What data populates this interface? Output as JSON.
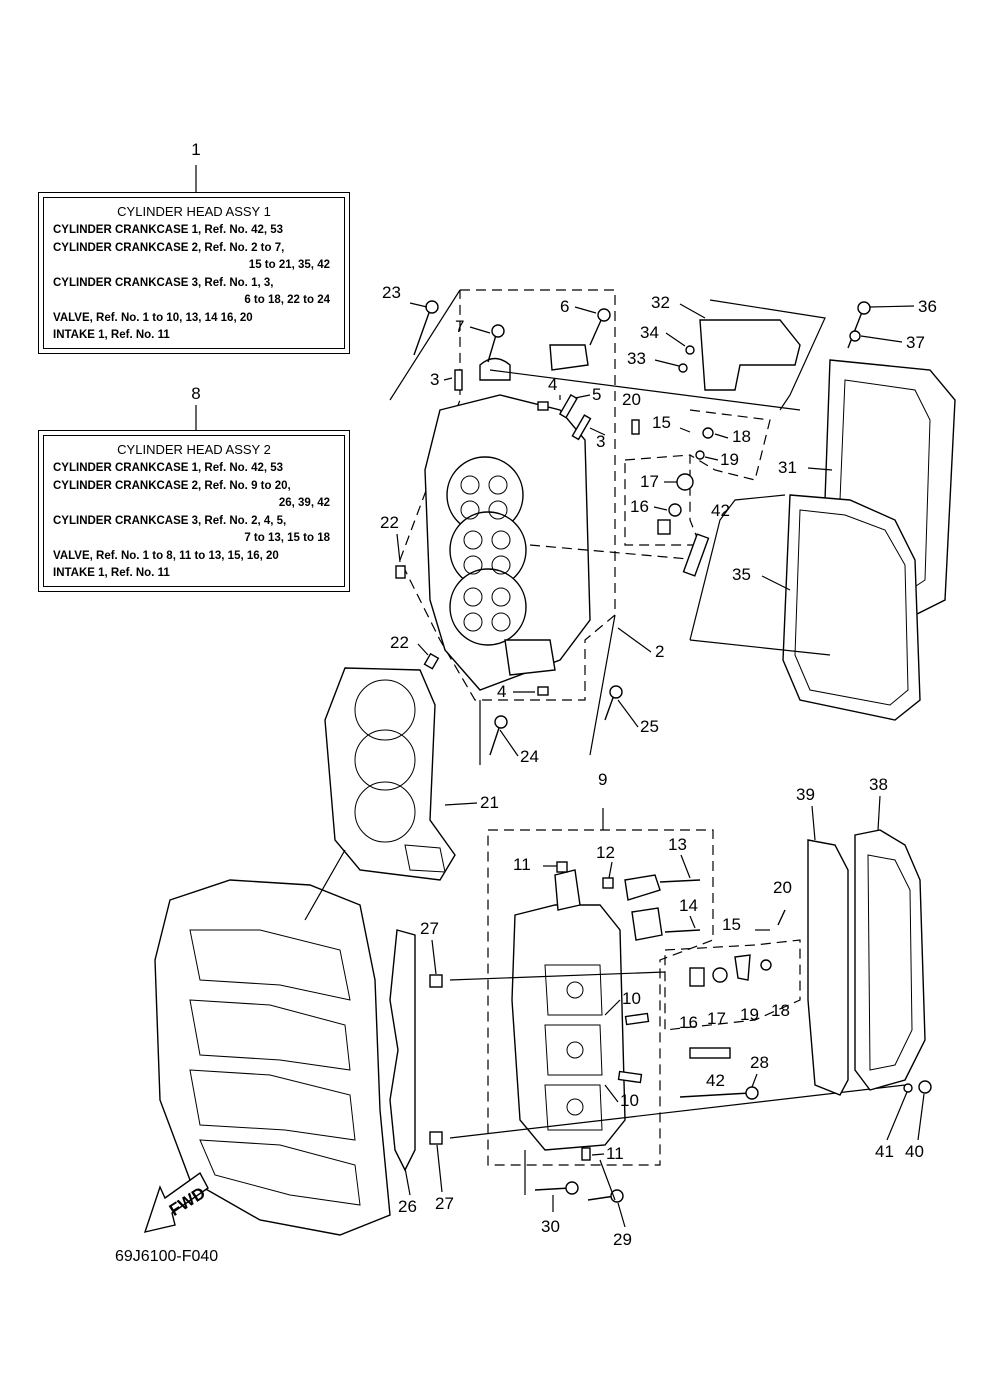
{
  "diagram_code": "69J6100-F040",
  "fwd_arrow_label": "FWD",
  "info_boxes": [
    {
      "ref": "1",
      "title": "CYLINDER HEAD ASSY 1",
      "lines": [
        "CYLINDER CRANKCASE 1,  Ref. No. 42, 53",
        "CYLINDER CRANKCASE 2,  Ref. No. 2 to 7,",
        "15 to 21, 35, 42",
        "CYLINDER CRANKCASE 3,  Ref. No. 1, 3,",
        "6 to 18, 22 to 24",
        "VALVE,  Ref. No. 1 to 10, 13, 14 16, 20",
        "INTAKE 1,  Ref. No. 11"
      ]
    },
    {
      "ref": "8",
      "title": "CYLINDER HEAD ASSY 2",
      "lines": [
        "CYLINDER CRANKCASE 1,  Ref. No. 42, 53",
        "CYLINDER CRANKCASE 2,  Ref. No. 9 to 20,",
        "26, 39, 42",
        "CYLINDER CRANKCASE 3,  Ref. No. 2, 4, 5,",
        "7 to 13, 15 to 18",
        "VALVE,  Ref. No. 1 to 8, 11 to 13, 15, 16, 20",
        "INTAKE 1,  Ref. No. 11"
      ]
    }
  ],
  "callouts": [
    "1",
    "8",
    "23",
    "7",
    "6",
    "3",
    "4",
    "5",
    "20",
    "15",
    "18",
    "19",
    "3",
    "17",
    "16",
    "42",
    "32",
    "34",
    "33",
    "36",
    "37",
    "31",
    "35",
    "22",
    "22",
    "2",
    "4",
    "24",
    "25",
    "21",
    "9",
    "11",
    "12",
    "13",
    "14",
    "27",
    "10",
    "10",
    "11",
    "26",
    "27",
    "30",
    "29",
    "16",
    "17",
    "19",
    "18",
    "15",
    "20",
    "42",
    "28",
    "39",
    "38",
    "41",
    "40"
  ]
}
